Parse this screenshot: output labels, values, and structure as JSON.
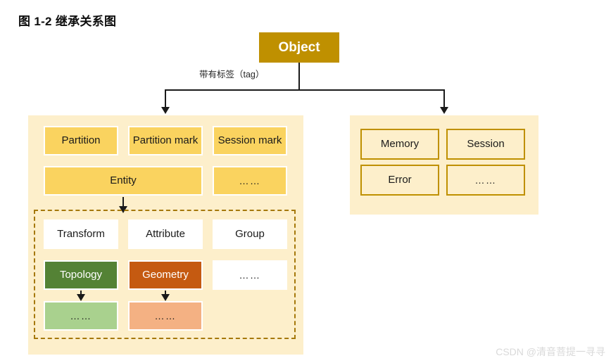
{
  "figure": {
    "title": "图 1-2 继承关系图",
    "watermark": "CSDN @清音菩提一寻寻"
  },
  "colors": {
    "root_fill": "#BF9000",
    "panel_fill": "#FDEFCB",
    "yellow_fill": "#FAD35F",
    "white_fill": "#FFFFFF",
    "green_fill": "#548235",
    "orange_fill": "#C55A11",
    "light_green_fill": "#A9D18E",
    "light_orange_fill": "#F4B183",
    "outline_stroke": "#BF9000",
    "dashed_stroke": "#A5780B",
    "connector": "#1A1A1A"
  },
  "root": {
    "label": "Object"
  },
  "edges": {
    "tag_label": "带有标签（tag）"
  },
  "left_panel": {
    "rows": [
      {
        "nodes": [
          {
            "label": "Partition",
            "style": "yellow"
          },
          {
            "label": "Partition mark",
            "style": "yellow"
          },
          {
            "label": "Session mark",
            "style": "yellow"
          }
        ]
      },
      {
        "nodes": [
          {
            "label": "Entity",
            "style": "yellow",
            "span": 2
          },
          {
            "label": "……",
            "style": "yellow"
          }
        ]
      }
    ],
    "dashed_group": {
      "rows": [
        {
          "nodes": [
            {
              "label": "Transform",
              "style": "white"
            },
            {
              "label": "Attribute",
              "style": "white"
            },
            {
              "label": "Group",
              "style": "white"
            }
          ]
        },
        {
          "nodes": [
            {
              "label": "Topology",
              "style": "green"
            },
            {
              "label": "Geometry",
              "style": "orange"
            },
            {
              "label": "……",
              "style": "white"
            }
          ]
        },
        {
          "nodes": [
            {
              "label": "……",
              "style": "light-green"
            },
            {
              "label": "……",
              "style": "light-orange"
            }
          ]
        }
      ]
    }
  },
  "right_panel": {
    "nodes": [
      {
        "label": "Memory",
        "style": "outline"
      },
      {
        "label": "Session",
        "style": "outline"
      },
      {
        "label": "Error",
        "style": "outline"
      },
      {
        "label": "……",
        "style": "outline"
      }
    ]
  }
}
